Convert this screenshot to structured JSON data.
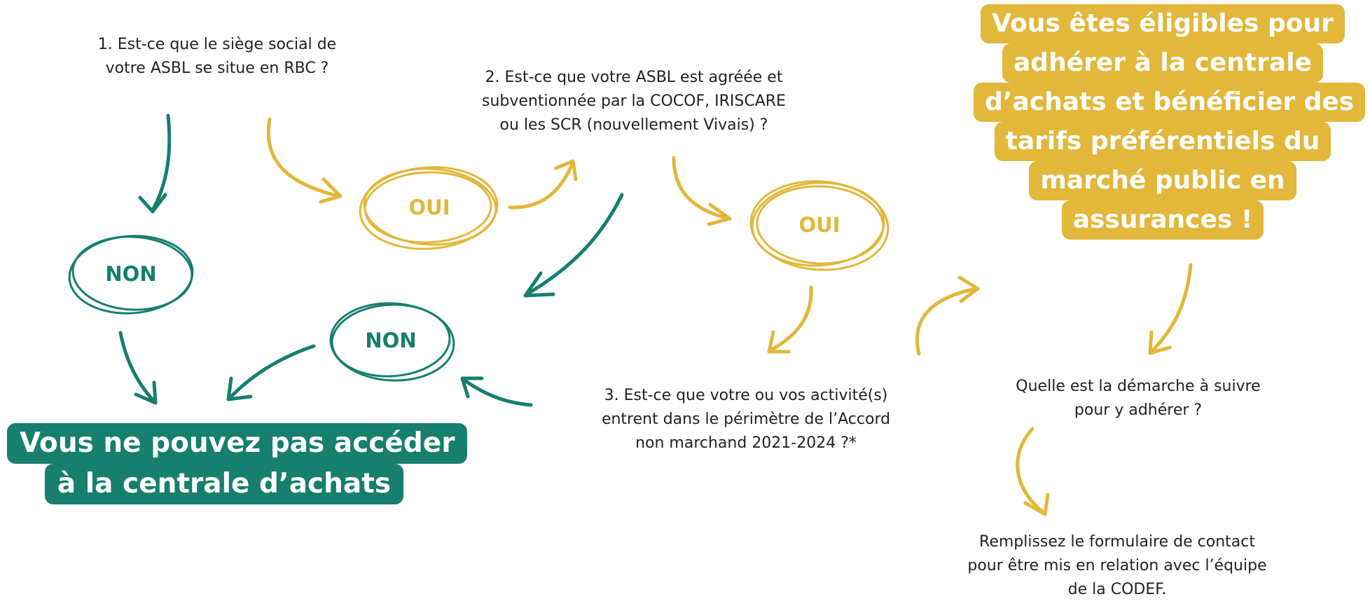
{
  "colors": {
    "teal": "#167f6e",
    "yellow": "#e2b73a",
    "text": "#222222"
  },
  "questions": {
    "q1": [
      "1. Est-ce que le siège social de",
      "votre ASBL se situe en RBC ?"
    ],
    "q2": [
      "2. Est-ce que votre ASBL est agréée et",
      "subventionnée par la COCOF, IRISCARE",
      "ou les SCR (nouvellement Vivais) ?"
    ],
    "q3": [
      "3. Est-ce que votre ou vos activité(s)",
      "entrent dans le périmètre de l’Accord",
      "non marchand 2021-2024 ?*"
    ]
  },
  "answers": {
    "yes": "OUI",
    "no": "NON"
  },
  "results": {
    "eligible": [
      "Vous êtes éligibles pour",
      "adhérer à la centrale",
      "d’achats et bénéficier des",
      "tarifs préférentiels du",
      "marché public en",
      "assurances !"
    ],
    "refused": [
      "Vous ne pouvez pas accéder",
      "à la centrale d’achats"
    ]
  },
  "steps": {
    "question": [
      "Quelle est la démarche à suivre",
      "pour y adhérer ?"
    ],
    "action": [
      "Remplissez le formulaire de contact",
      "pour être mis en relation avec l’équipe",
      "de la CODEF."
    ]
  }
}
